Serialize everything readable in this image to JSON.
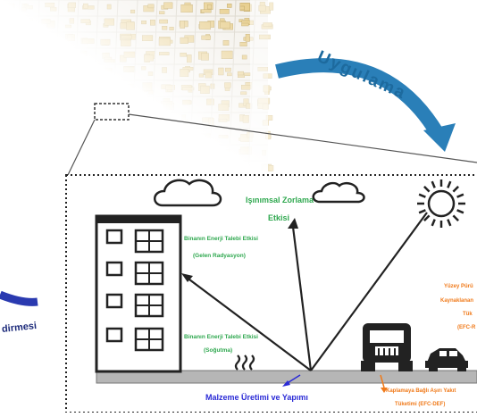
{
  "arrow_label": "Uygulama",
  "left_partial_label": "dirmesi",
  "diagram": {
    "radiative_forcing": {
      "line1": "Işınımsal Zorlama",
      "line2": "Etkisi"
    },
    "energy_radiation": {
      "line1": "Binanın Enerji Talebi Etkisi",
      "line2": "(Gelen Radyasyon)"
    },
    "energy_cooling": {
      "line1": "Binanın Enerji Talebi Etkisi",
      "line2": "(Soğutma)"
    },
    "material": "Malzeme Üretimi ve Yapımı",
    "fuel": {
      "line1": "Kaplamaya Bağlı Aşırı Yakıt",
      "line2": "Tüketimi (EFC-DEF)"
    },
    "surface_partial": {
      "line1": "Yüzey Pürü",
      "line2": "Kaynaklanan",
      "line3": "Tük",
      "line4": "(EFC-R"
    }
  },
  "colors": {
    "green": "#2fa84f",
    "orange": "#f07a1a",
    "blue": "#2a2ad6",
    "arrow": "#2a7fb8",
    "building_yellow": "#e8cf8f"
  }
}
